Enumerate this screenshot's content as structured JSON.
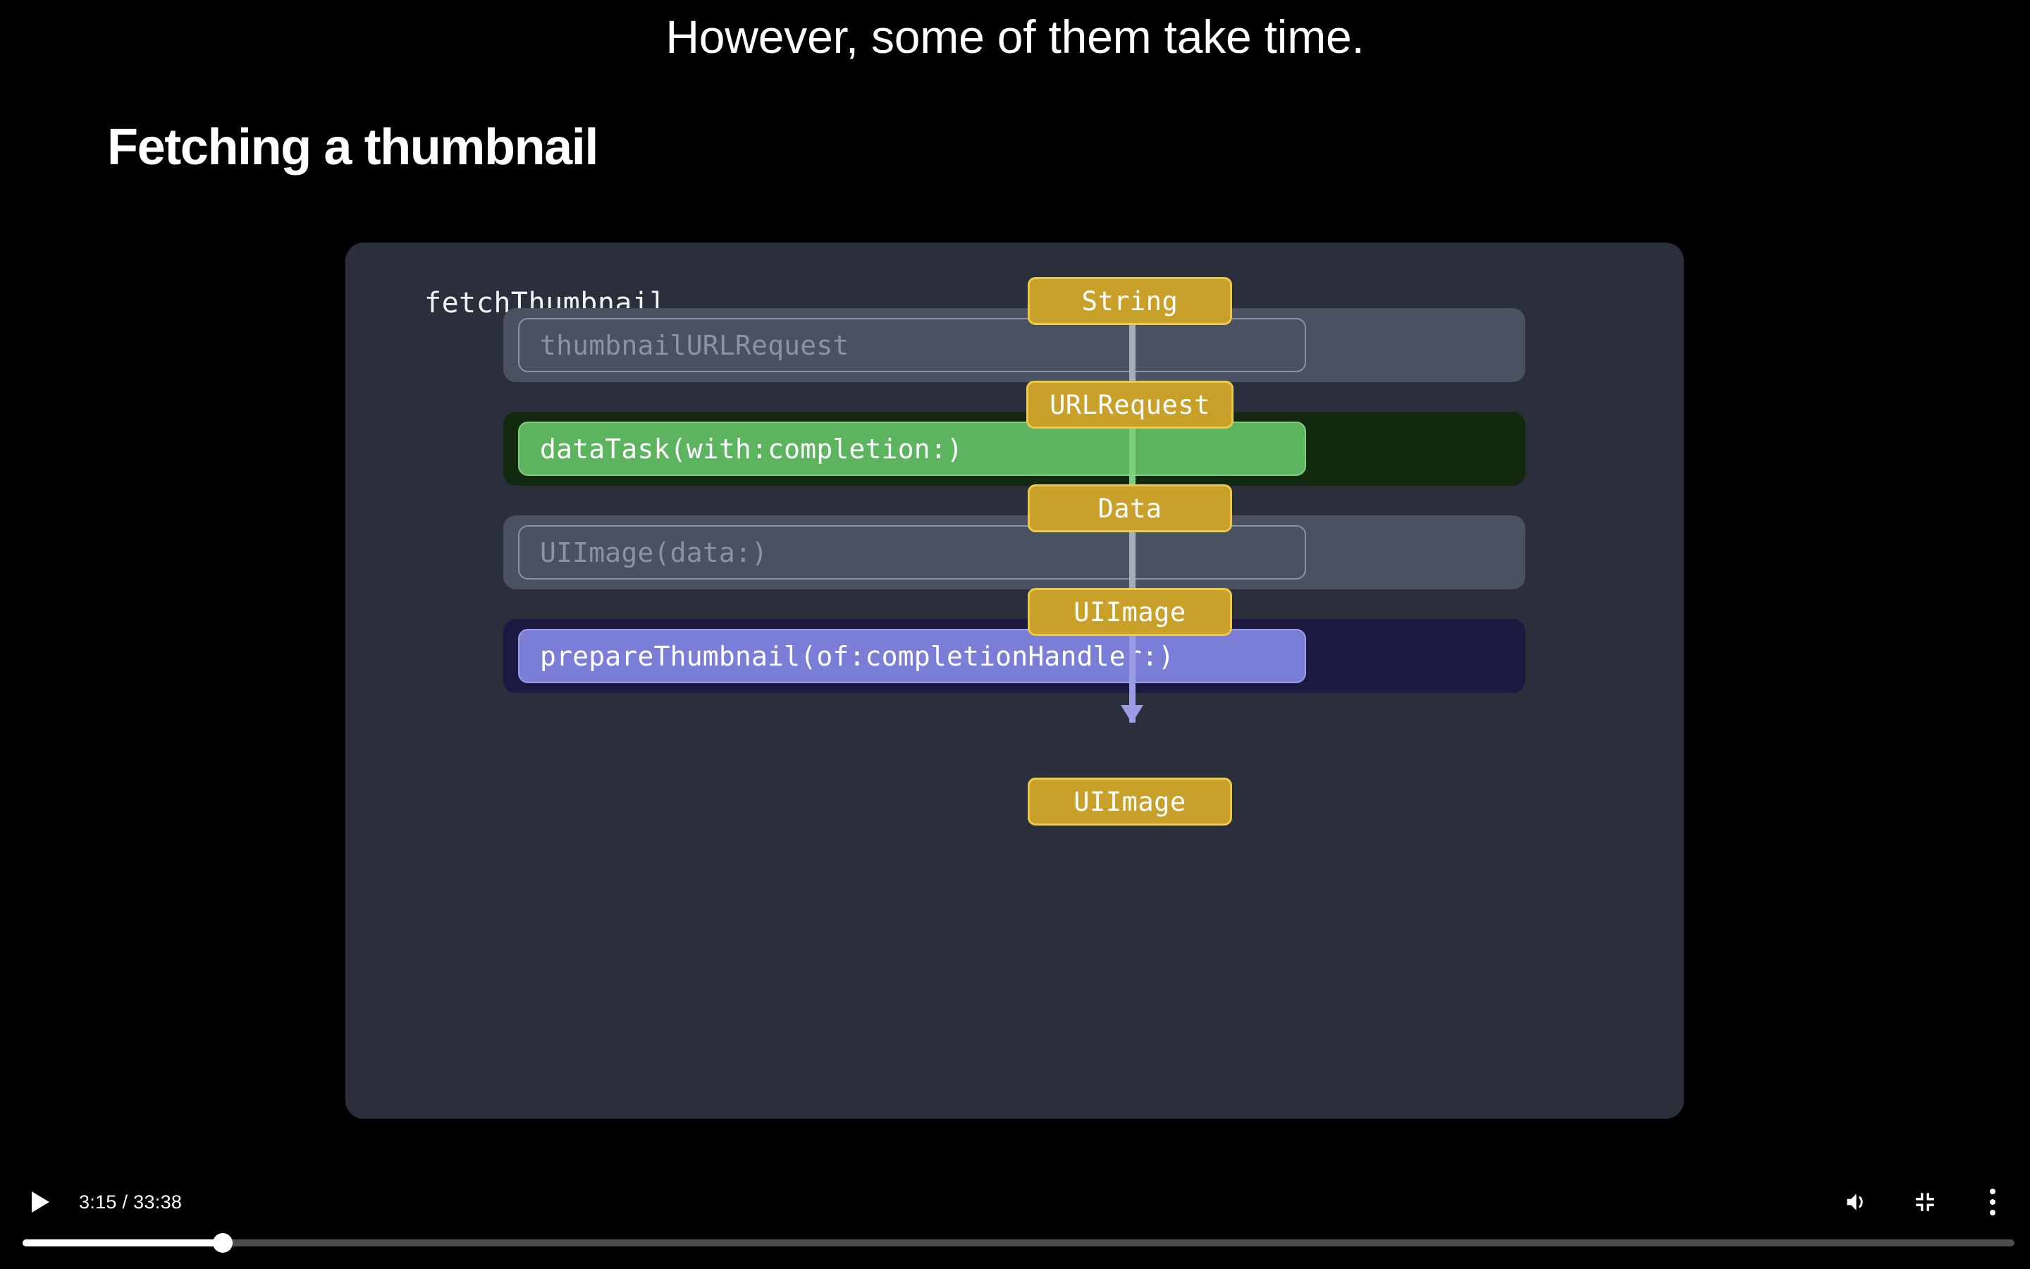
{
  "caption": {
    "text": "However, some of them take time."
  },
  "slide": {
    "heading": "Fetching a thumbnail"
  },
  "diagram": {
    "title": "fetchThumbnail",
    "rows": [
      {
        "label": "thumbnailURLRequest",
        "style": "muted"
      },
      {
        "label": "dataTask(with:completion:)",
        "style": "green"
      },
      {
        "label": "UIImage(data:)",
        "style": "muted"
      },
      {
        "label": "prepareThumbnail(of:completionHandler:)",
        "style": "purple"
      }
    ],
    "badges": [
      {
        "label": "String"
      },
      {
        "label": "URLRequest"
      },
      {
        "label": "Data"
      },
      {
        "label": "UIImage"
      },
      {
        "label": "UIImage"
      }
    ],
    "arrows": [
      {
        "color": "gray"
      },
      {
        "color": "green"
      },
      {
        "color": "gray"
      },
      {
        "color": "purple"
      }
    ],
    "colors": {
      "panel_bg": "#2b2f3b",
      "badge_fill": "#c8a02a",
      "badge_border": "#edc94a",
      "green_fill": "#5cb45f",
      "green_row_bg": "#12290f",
      "purple_fill": "#7b7ed6",
      "purple_row_bg": "#1b1940",
      "muted_row_bg": "#4a5160",
      "muted_text": "#8b93a3"
    }
  },
  "player": {
    "play_label": "play-icon",
    "time_display": "3:15 / 33:38",
    "current_time": "3:15",
    "duration": "33:38",
    "progress_percent": 10.05,
    "volume_label": "volume-icon",
    "fullscreen_label": "exit-fullscreen-icon",
    "more_label": "more-options-icon"
  }
}
